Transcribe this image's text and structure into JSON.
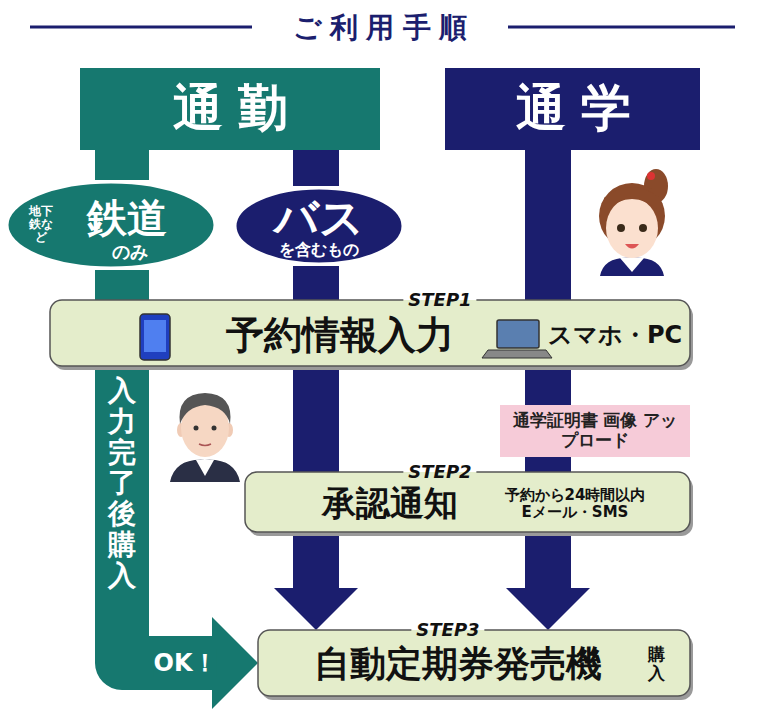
{
  "diagram": {
    "title": "ご利用手順",
    "nodes": [
      {
        "text": [
          "通勤"
        ]
      },
      {
        "text": [
          "通学"
        ]
      },
      {
        "text": [
          "地下鉄など",
          "鉄道",
          "のみ"
        ]
      },
      {
        "text": [
          "バス",
          "を含むもの"
        ]
      },
      {
        "text": [
          "STEP1",
          "予約情報入力",
          "スマホ・PC"
        ]
      },
      {
        "text": [
          "通学証明書 画像 アップロード"
        ]
      },
      {
        "text": [
          "STEP2",
          "承認通知",
          "予約から24時間以内 Eメール・SMS"
        ]
      },
      {
        "text": [
          "STEP3",
          "自動定期券発売機",
          "購入"
        ]
      }
    ],
    "edges": [
      {
        "from": 0,
        "to": 2,
        "arrow": "none"
      },
      {
        "from": 2,
        "to": 4,
        "arrow": "none"
      },
      {
        "from": 4,
        "to": 7,
        "arrow": "to",
        "label": "入力完了後 購入"
      },
      {
        "from": 0,
        "to": 3,
        "arrow": "none"
      },
      {
        "from": 3,
        "to": 4,
        "arrow": "none"
      },
      {
        "from": 4,
        "to": 6,
        "arrow": "none"
      },
      {
        "from": 6,
        "to": 7,
        "arrow": "to"
      },
      {
        "from": 1,
        "to": 4,
        "arrow": "none"
      },
      {
        "from": 4,
        "to": 5,
        "arrow": "none"
      },
      {
        "from": 5,
        "to": 6,
        "arrow": "none"
      },
      {
        "from": 6,
        "to": 7,
        "arrow": "to"
      }
    ],
    "labels": [
      "OK！"
    ]
  }
}
